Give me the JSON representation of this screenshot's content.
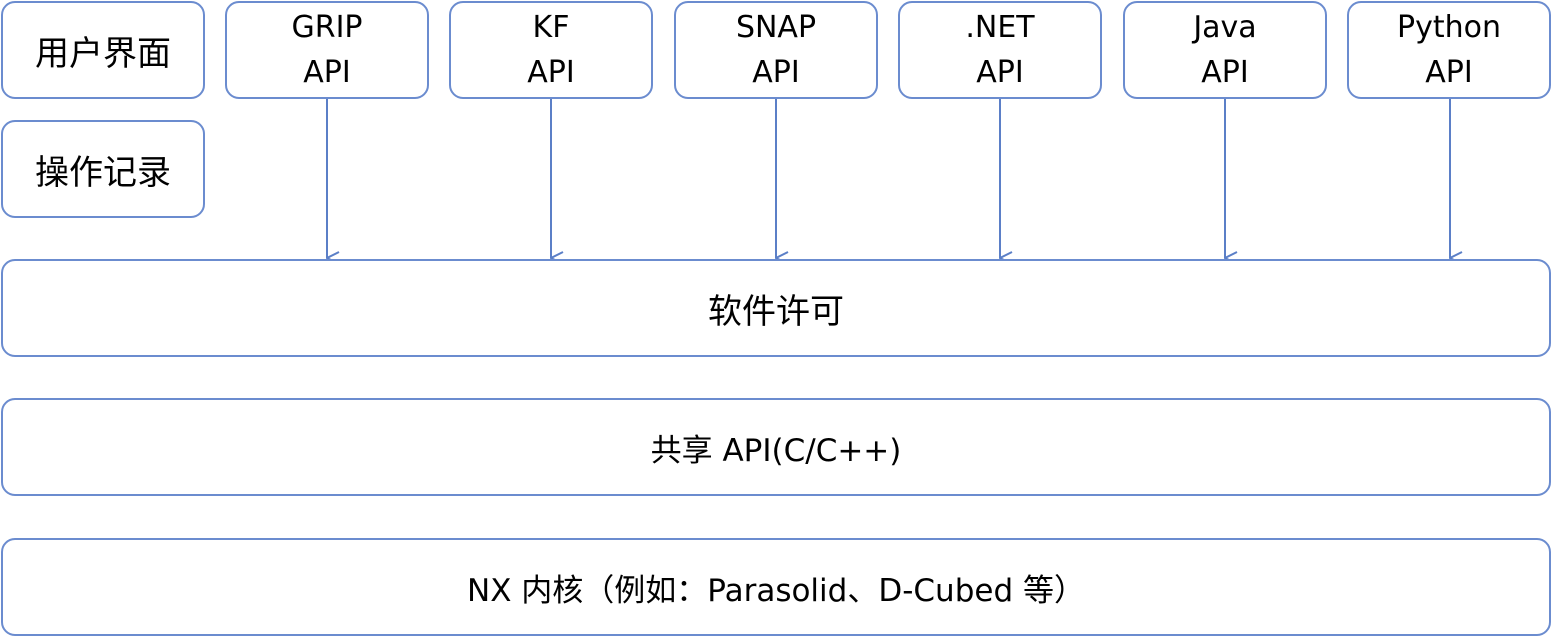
{
  "left_boxes": [
    {
      "label": "用户界面"
    },
    {
      "label": "操作记录"
    }
  ],
  "api_boxes": [
    {
      "line1": "GRIP",
      "line2": "API"
    },
    {
      "line1": "KF",
      "line2": "API"
    },
    {
      "line1": "SNAP",
      "line2": "API"
    },
    {
      "line1": ".NET",
      "line2": "API"
    },
    {
      "line1": "Java",
      "line2": "API"
    },
    {
      "line1": "Python",
      "line2": "API"
    }
  ],
  "layers": [
    {
      "label": "软件许可"
    },
    {
      "label": "共享 API(C/C++)"
    },
    {
      "label": "NX 内核（例如：Parasolid、D-Cubed 等）"
    }
  ],
  "colors": {
    "border": "#6b8ccf",
    "arrow": "#5b7fc7",
    "text": "#000000"
  }
}
